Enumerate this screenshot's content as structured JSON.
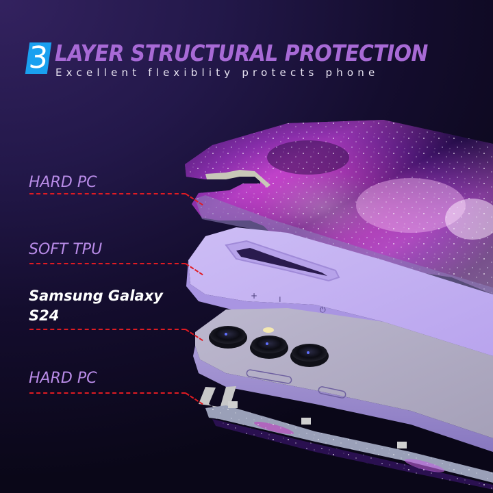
{
  "header": {
    "number": "3",
    "title": "LAYER STRUCTURAL PROTECTION",
    "subtitle": "Excellent flexiblity protects phone"
  },
  "labels": [
    {
      "text": "HARD PC",
      "color": "#b98ce8"
    },
    {
      "text": "SOFT TPU",
      "color": "#b98ce8"
    },
    {
      "text_line1": "Samsung Galaxy",
      "text_line2": "S24",
      "color": "#ffffff"
    },
    {
      "text": "HARD PC",
      "color": "#b98ce8"
    }
  ],
  "phone": {
    "volume_up_glyph": "+",
    "volume_down_glyph": "−",
    "power_glyph": "⏻"
  },
  "colors": {
    "accent_blue": "#1aa0f0",
    "title_purple": "#a86ad6",
    "leader_red": "#e11b22",
    "tpu_lavender": "#c3b1f0",
    "phone_gray": "#a9a4bd"
  }
}
